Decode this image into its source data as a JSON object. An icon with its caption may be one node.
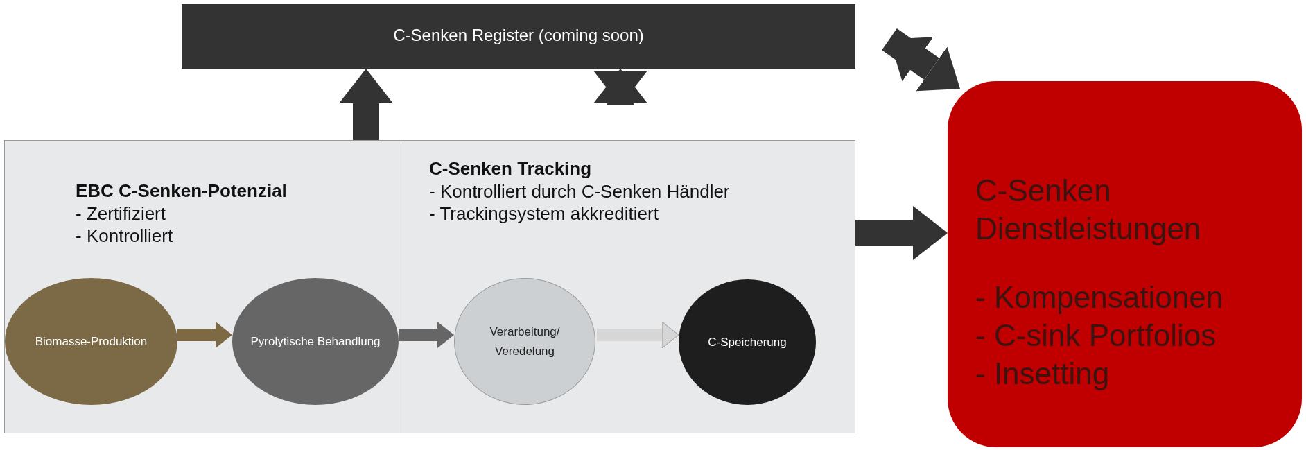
{
  "diagram": {
    "nodes": [
      {
        "text": [
          "C-Senken Register (coming soon)"
        ]
      },
      {
        "text": [
          "EBC C-Senken-Potenzial",
          "- Zertifiziert",
          "- Kontrolliert"
        ]
      },
      {
        "text": [
          "Biomasse-Produktion"
        ],
        "in": 1
      },
      {
        "text": [
          "Pyrolytische Behandlung"
        ],
        "in": 1
      },
      {
        "text": [
          "C-Senken Tracking",
          "- Kontrolliert durch C-Senken Händler",
          "- Trackingsystem akkreditiert"
        ]
      },
      {
        "text": [
          "Verarbeitung/ Veredelung"
        ],
        "in": 4
      },
      {
        "text": [
          "C-Speicherung"
        ],
        "in": 4
      },
      {
        "text": [
          "C-Senken Dienstleistungen",
          "- Kompensationen",
          "- C-sink Portfolios",
          "- Insetting"
        ]
      }
    ],
    "edges": [
      {
        "from": 1,
        "to": 0,
        "arrow": "to"
      },
      {
        "from": 4,
        "to": 0,
        "arrow": "both"
      },
      {
        "from": 0,
        "to": 7,
        "arrow": "both"
      },
      {
        "from": 4,
        "to": 7,
        "arrow": "to"
      },
      {
        "from": 2,
        "to": 3,
        "arrow": "to",
        "color": "#7d6a45"
      },
      {
        "from": 3,
        "to": 5,
        "arrow": "to",
        "color": "#666666"
      },
      {
        "from": 5,
        "to": 6,
        "arrow": "to",
        "color": "#d6d6d6"
      }
    ]
  }
}
